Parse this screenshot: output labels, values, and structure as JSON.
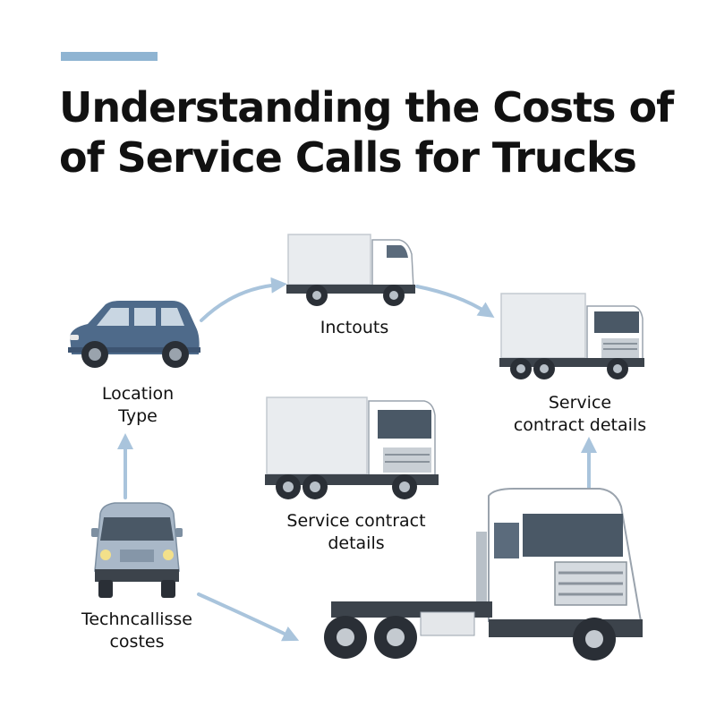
{
  "title": {
    "line1": "Understanding the Costs of",
    "line2": "of Service Calls for Trucks"
  },
  "nodes": {
    "top": {
      "label": "Inctouts",
      "icon": "box-truck-icon"
    },
    "right": {
      "label_line1": "Service",
      "label_line2": "contract details",
      "icon": "box-truck-icon"
    },
    "center": {
      "label_line1": "Service contract",
      "label_line2": "details",
      "icon": "box-truck-icon"
    },
    "left": {
      "label_line1": "Location",
      "label_line2": "Type",
      "icon": "car-icon"
    },
    "bottom_left": {
      "label_line1": "Techncallisse",
      "label_line2": "costes",
      "icon": "van-icon"
    },
    "bottom_right": {
      "icon": "semi-truck-icon"
    }
  },
  "colors": {
    "accent": "#8fb4d2",
    "arrow": "#a9c4dc",
    "car": "#4e6a8a",
    "van": "#a9b8c8",
    "truck_body": "#e9ecef",
    "truck_cab": "#ffffff",
    "tire": "#2a2f36"
  }
}
